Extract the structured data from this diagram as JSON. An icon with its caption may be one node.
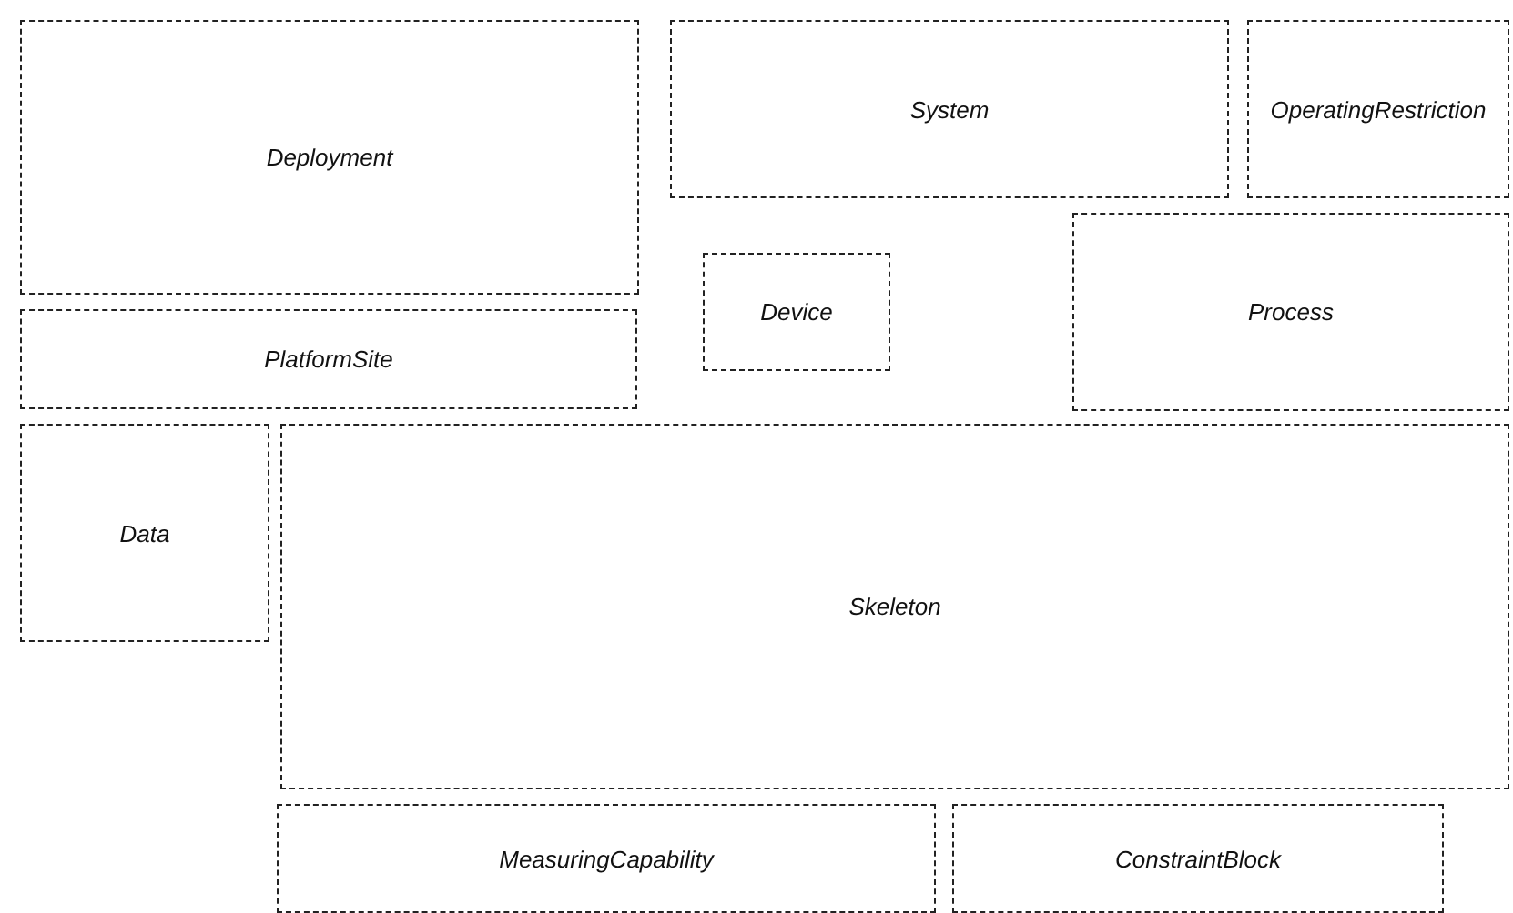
{
  "diagram": {
    "nodes": [
      {
        "text": [
          "Deployment"
        ]
      },
      {
        "text": [
          "System"
        ]
      },
      {
        "text": [
          "OperatingRestriction"
        ]
      },
      {
        "text": [
          "PlatformSite"
        ]
      },
      {
        "text": [
          "Device"
        ]
      },
      {
        "text": [
          "Process"
        ]
      },
      {
        "text": [
          "Data"
        ]
      },
      {
        "text": [
          "Skeleton"
        ]
      },
      {
        "text": [
          "MeasuringCapability"
        ]
      },
      {
        "text": [
          "ConstraintBlock"
        ]
      }
    ],
    "edges": []
  }
}
